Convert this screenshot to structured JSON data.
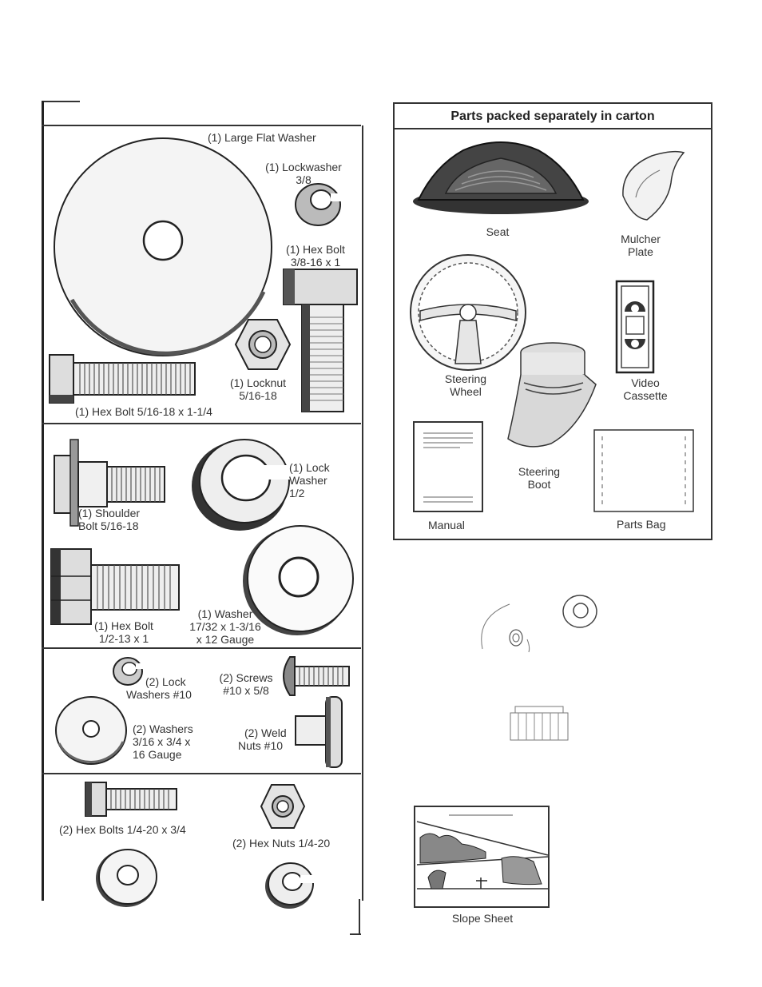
{
  "left_panel": {
    "section1": {
      "large_flat_washer": "(1) Large Flat Washer",
      "lockwasher_38": [
        "(1) Lockwasher",
        "3/8"
      ],
      "hex_bolt_38": [
        "(1) Hex Bolt",
        "3/8-16 x 1"
      ],
      "locknut": [
        "(1) Locknut",
        "5/16-18"
      ],
      "hex_bolt_516": "(1) Hex Bolt  5/16-18 x 1-1/4"
    },
    "section2": {
      "lock_washer_12": [
        "(1) Lock",
        "Washer",
        "1/2"
      ],
      "shoulder_bolt": [
        "(1) Shoulder",
        "Bolt  5/16-18"
      ],
      "hex_bolt_12": [
        "(1) Hex Bolt",
        "1/2-13 x 1"
      ],
      "washer_1732": [
        "(1) Washer",
        "17/32 x 1-3/16",
        "x 12 Gauge"
      ]
    },
    "section3": {
      "lock_washers_10": [
        "(2) Lock",
        "Washers  #10"
      ],
      "screws": [
        "(2) Screws",
        "#10 x 5/8"
      ],
      "washers_316": [
        "(2) Washers",
        "3/16 x 3/4 x",
        "16 Gauge"
      ],
      "weld_nuts": [
        "(2) Weld",
        "Nuts  #10"
      ]
    },
    "section4": {
      "hex_bolts_14": "(2) Hex Bolts  1/4-20 x 3/4",
      "hex_nuts_14": "(2) Hex Nuts  1/4-20"
    }
  },
  "right_panel": {
    "title": "Parts packed separately in carton",
    "seat": "Seat",
    "mulcher_plate": [
      "Mulcher",
      "Plate"
    ],
    "steering_wheel": [
      "Steering",
      "Wheel"
    ],
    "video_cassette": [
      "Video",
      "Cassette"
    ],
    "steering_boot": [
      "Steering",
      "Boot"
    ],
    "manual": "Manual",
    "parts_bag": "Parts Bag"
  },
  "slope_sheet": "Slope Sheet"
}
